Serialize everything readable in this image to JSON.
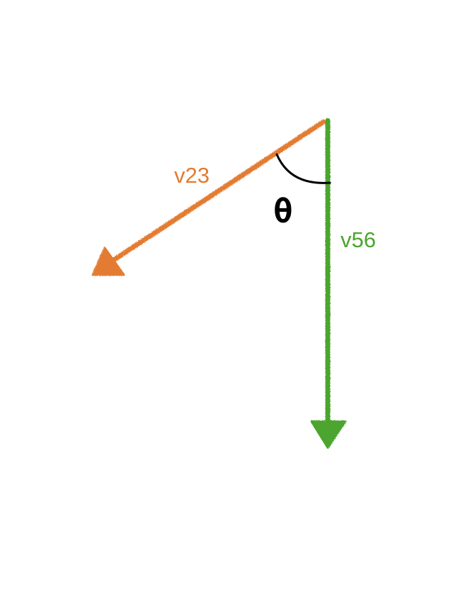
{
  "diagram": {
    "vectors": [
      {
        "id": "v23",
        "label": "v23",
        "color": "#E37B30"
      },
      {
        "id": "v56",
        "label": "v56",
        "color": "#4BA52E"
      }
    ],
    "angle": {
      "label": "θ",
      "color": "#000000"
    }
  }
}
